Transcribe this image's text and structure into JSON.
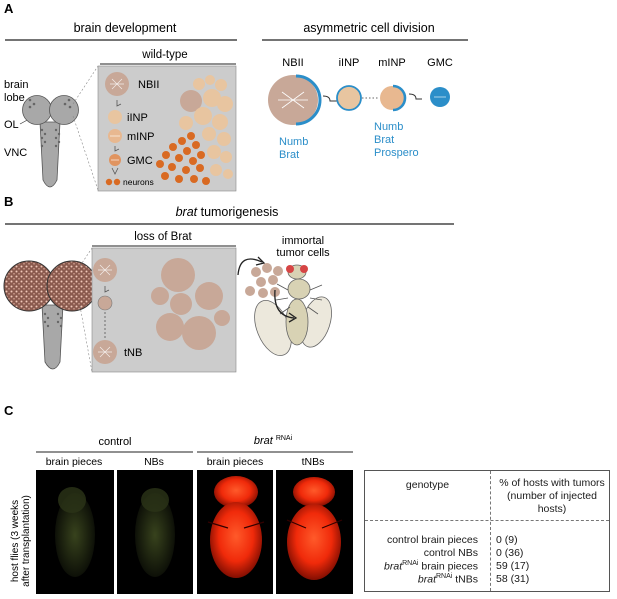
{
  "panelA": {
    "letter": "A",
    "left_title": "brain development",
    "right_title": "asymmetric cell division",
    "wildtype": "wild-type",
    "brain_labels": [
      "brain",
      "lobe",
      "OL",
      "VNC"
    ],
    "lineage": [
      "NBII",
      "iINP",
      "mINP",
      "GMC",
      "neurons"
    ],
    "division": {
      "cells": [
        "NBII",
        "iINP",
        "mINP",
        "GMC"
      ],
      "proteins_nbii": [
        "Numb",
        "Brat"
      ],
      "proteins_minp": [
        "Numb",
        "Brat",
        "Prospero"
      ]
    }
  },
  "panelB": {
    "letter": "B",
    "title_italic": "brat",
    "title_rest": " tumorigenesis",
    "loss": "loss of Brat",
    "tnb": "tNB",
    "immortal": [
      "immortal",
      "tumor cells"
    ]
  },
  "panelC": {
    "letter": "C",
    "control": "control",
    "brat": "brat",
    "rnai": "RNAi",
    "columns": [
      "brain pieces",
      "NBs",
      "brain pieces",
      "tNBs"
    ],
    "side_label": [
      "host flies (3 weeks",
      "after transplantation)"
    ],
    "table": {
      "col1": "genotype",
      "col2": [
        "% of hosts with tumors",
        "(number of injected",
        "hosts)"
      ],
      "rows": [
        {
          "pre": "",
          "label": "control brain pieces",
          "value": "0 (9)"
        },
        {
          "pre": "",
          "label": "control NBs",
          "value": "0 (36)"
        },
        {
          "pre": "brat",
          "sup": "RNAi",
          "label": " brain pieces",
          "value": "59 (17)"
        },
        {
          "pre": "brat",
          "sup": "RNAi",
          "label": " tNBs",
          "value": "58 (31)"
        }
      ]
    }
  },
  "colors": {
    "nb": "#c8a898",
    "inp": "#e8c5a0",
    "orange": "#d96a22",
    "blue": "#2b8ec9",
    "box": "#cccccc",
    "red": "#ff2a0a"
  }
}
